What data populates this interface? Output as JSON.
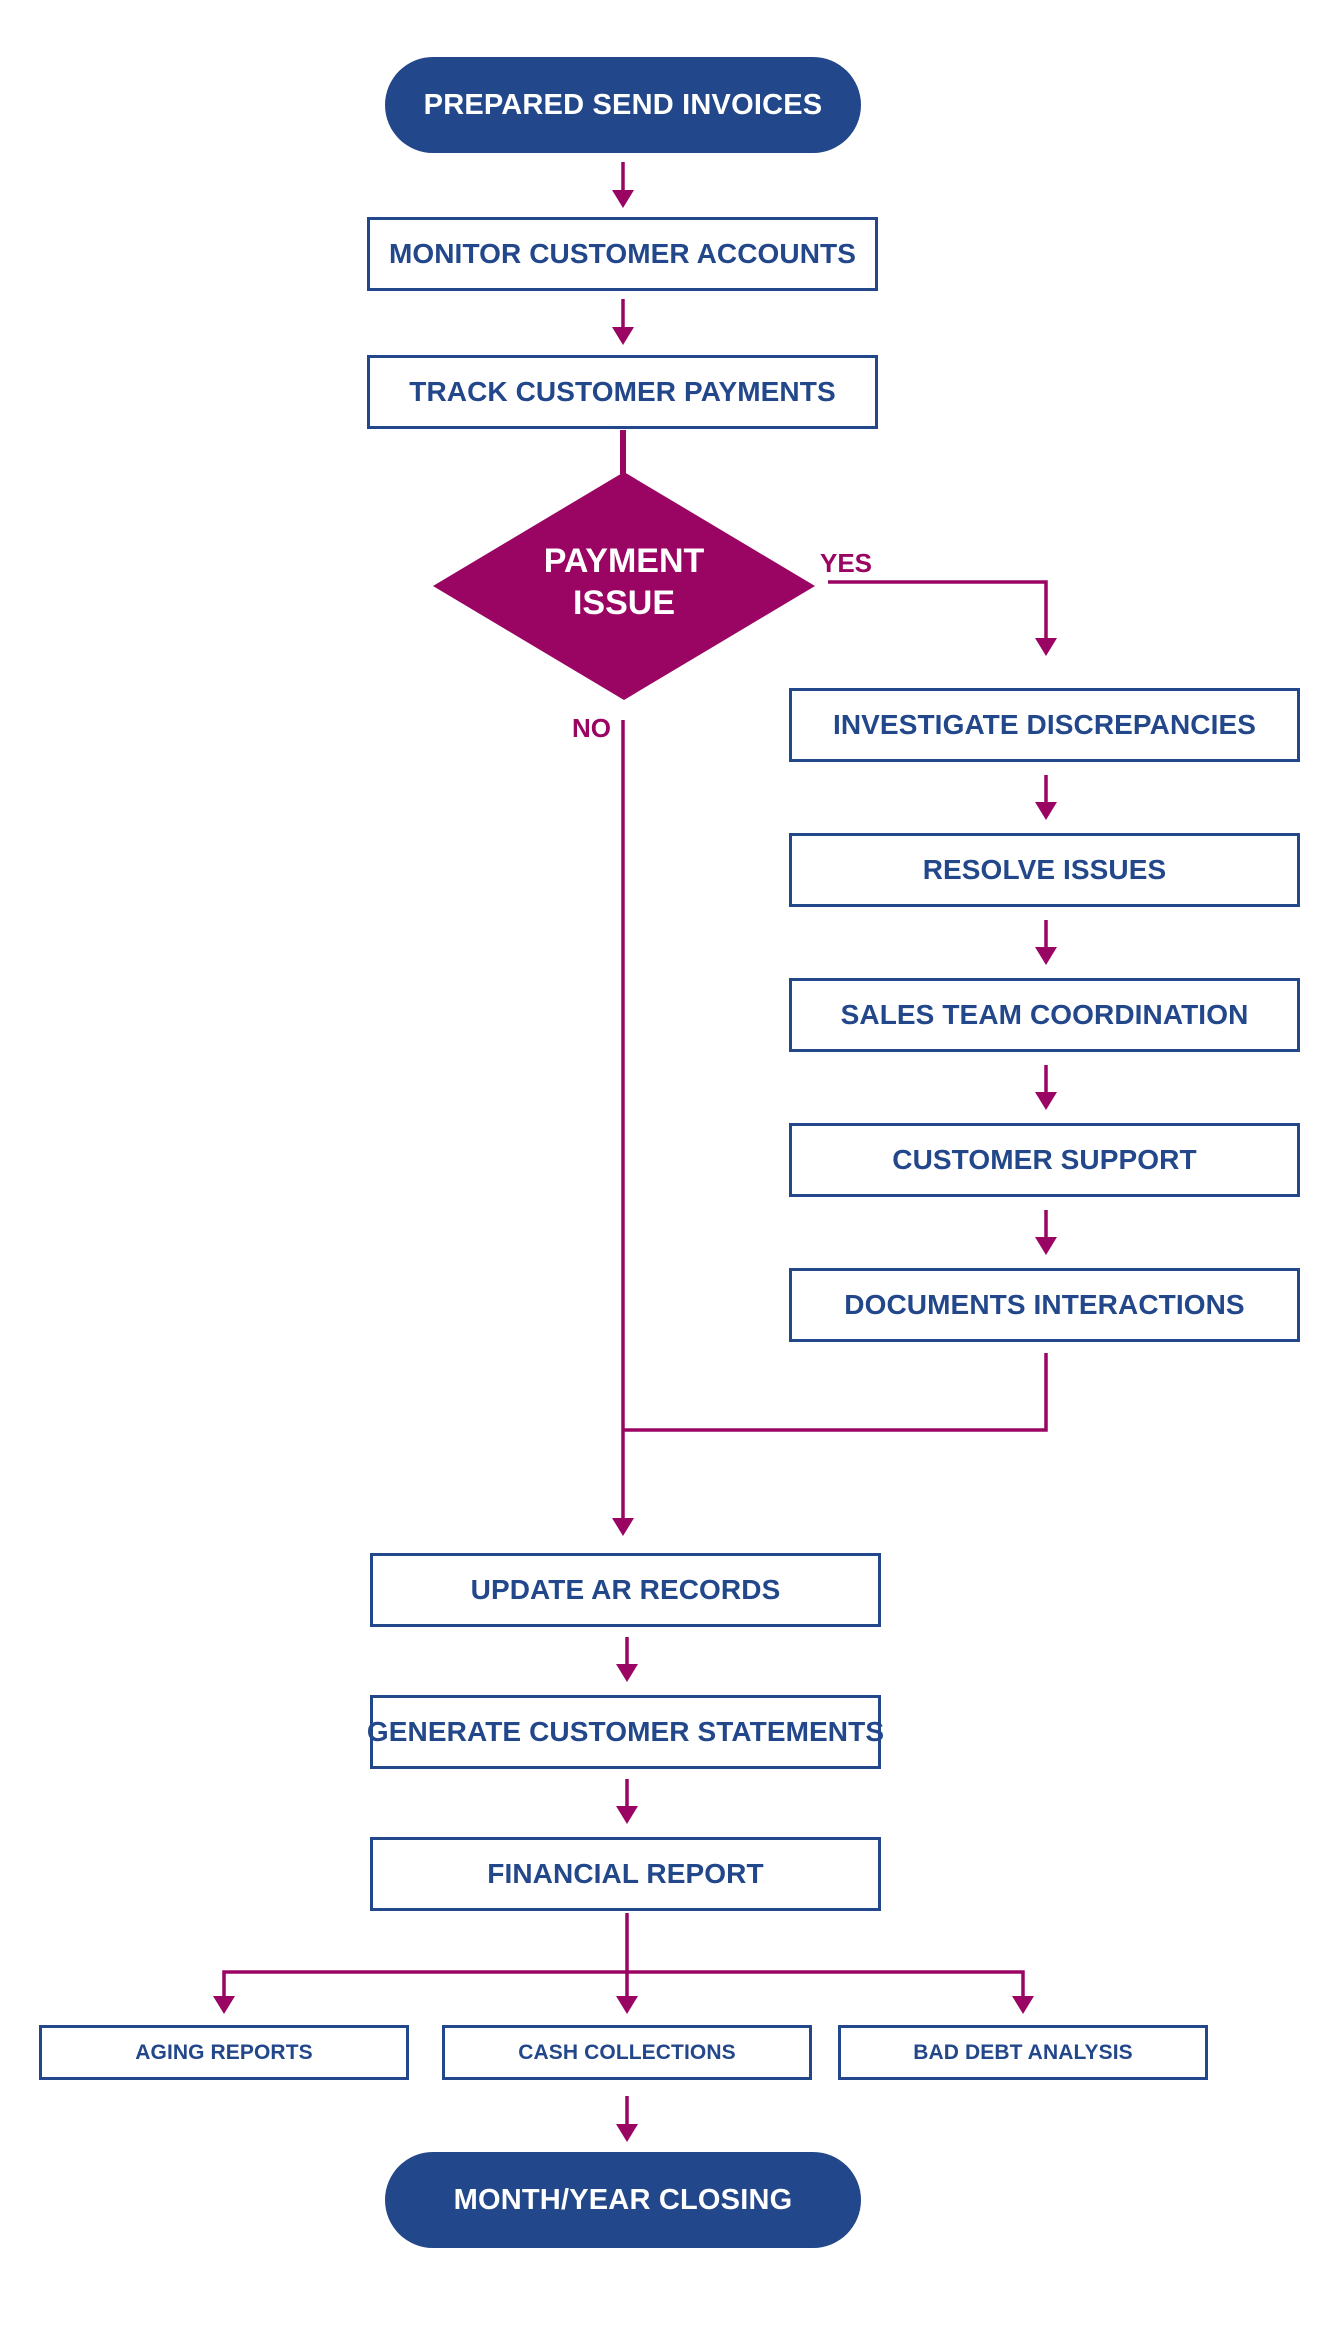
{
  "flowchart": {
    "start": "PREPARED SEND INVOICES",
    "steps_top": [
      "MONITOR CUSTOMER ACCOUNTS",
      "TRACK CUSTOMER PAYMENTS"
    ],
    "decision": {
      "line1": "PAYMENT",
      "line2": "ISSUE",
      "yes_label": "YES",
      "no_label": "NO"
    },
    "yes_branch": [
      "INVESTIGATE DISCREPANCIES",
      "RESOLVE ISSUES",
      "SALES TEAM COORDINATION",
      "CUSTOMER SUPPORT",
      "DOCUMENTS INTERACTIONS"
    ],
    "steps_bottom": [
      "UPDATE AR RECORDS",
      "GENERATE CUSTOMER STATEMENTS",
      "FINANCIAL REPORT"
    ],
    "reports": [
      "AGING REPORTS",
      "CASH COLLECTIONS",
      "BAD DEBT ANALYSIS"
    ],
    "end": "MONTH/YEAR CLOSING"
  },
  "colors": {
    "primary_blue": "#22478a",
    "accent_magenta": "#9a0563",
    "background": "#ffffff"
  }
}
